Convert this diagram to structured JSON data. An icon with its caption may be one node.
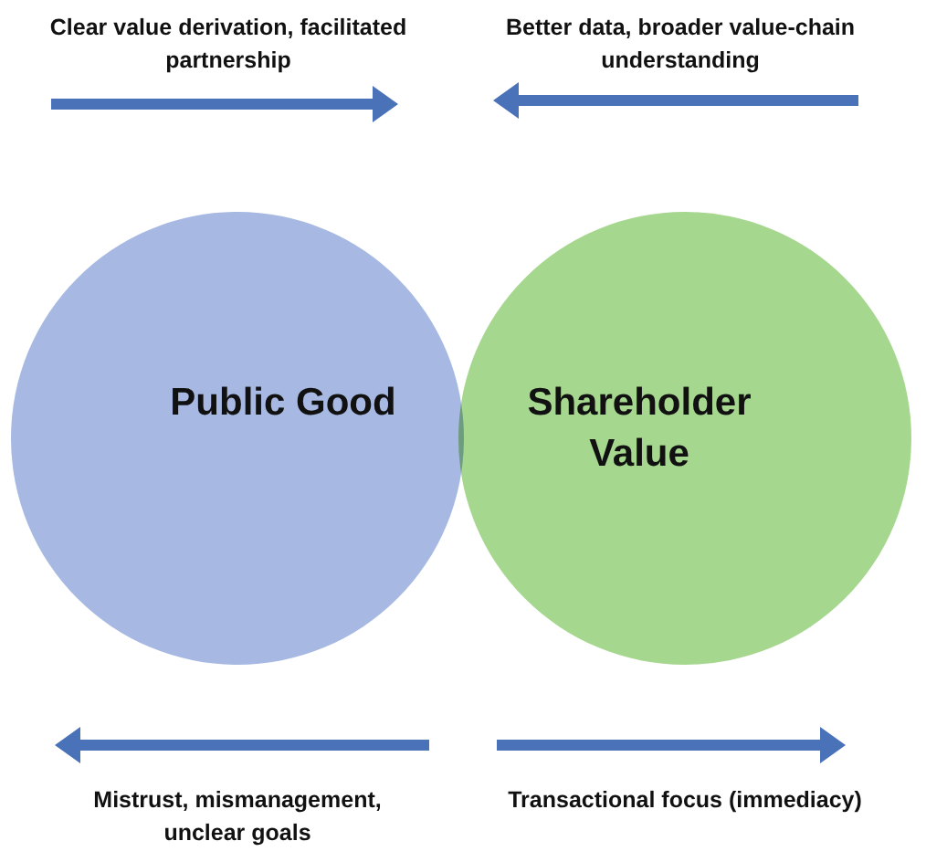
{
  "diagram": {
    "nodes": [
      {
        "text": [
          "Public Good"
        ]
      },
      {
        "text": [
          "Shareholder Value"
        ]
      }
    ],
    "labels": [
      "Clear value derivation, facilitated partnership",
      "Better data, broader value-chain understanding",
      "Mistrust, mismanagement, unclear goals",
      "Transactional focus (immediacy)"
    ]
  }
}
